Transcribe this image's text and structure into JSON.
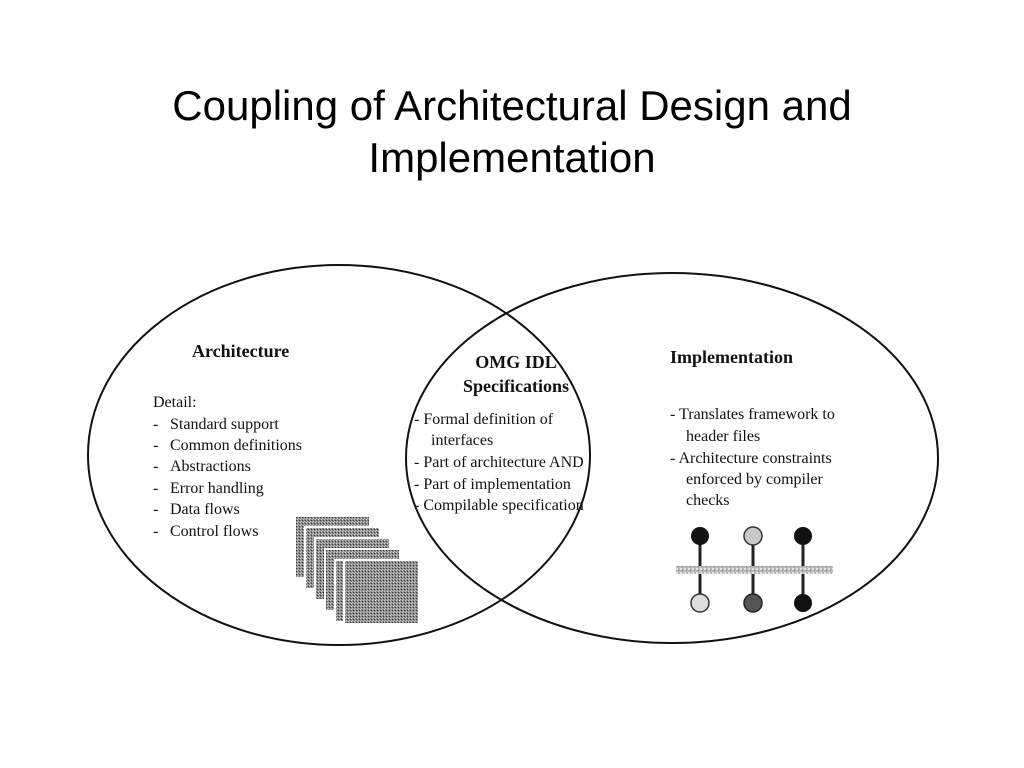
{
  "slide": {
    "title_line1": "Coupling of Architectural Design and",
    "title_line2": "Implementation"
  },
  "architecture": {
    "heading": "Architecture",
    "detail_label": "Detail:",
    "items": [
      "Standard support",
      "Common definitions",
      "Abstractions",
      "Error handling",
      "Data flows",
      "Control flows"
    ]
  },
  "idl": {
    "heading_line1": "OMG IDL",
    "heading_line2": "Specifications",
    "lines": [
      "-  Formal definition of",
      "interfaces",
      "-  Part of architecture AND",
      "-  Part of implementation",
      "-  Compilable specification"
    ]
  },
  "implementation": {
    "heading": "Implementation",
    "lines": [
      "-  Translates framework to",
      "header files",
      "-  Architecture constraints",
      "enforced by compiler",
      "checks"
    ]
  }
}
